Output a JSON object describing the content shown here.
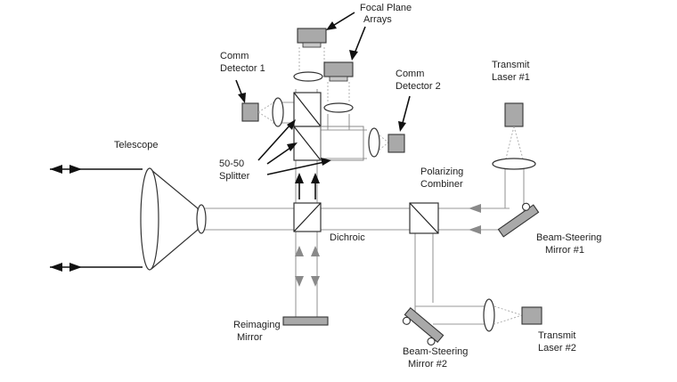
{
  "labels": {
    "focal_plane_arrays_1": "Focal Plane",
    "focal_plane_arrays_2": "Arrays",
    "comm_detector_1_a": "Comm",
    "comm_detector_1_b": "Detector 1",
    "comm_detector_2_a": "Comm",
    "comm_detector_2_b": "Detector 2",
    "transmit_laser_1_a": "Transmit",
    "transmit_laser_1_b": "Laser #1",
    "telescope": "Telescope",
    "splitter_a": "50-50",
    "splitter_b": "Splitter",
    "polarizing_combiner_a": "Polarizing",
    "polarizing_combiner_b": "Combiner",
    "dichroic": "Dichroic",
    "beam_steering_mirror_1_a": "Beam-Steering",
    "beam_steering_mirror_1_b": "Mirror #1",
    "reimaging_mirror_a": "Reimaging",
    "reimaging_mirror_b": "Mirror",
    "beam_steering_mirror_2_a": "Beam-Steering",
    "beam_steering_mirror_2_b": "Mirror #2",
    "transmit_laser_2_a": "Transmit",
    "transmit_laser_2_b": "Laser #2"
  }
}
